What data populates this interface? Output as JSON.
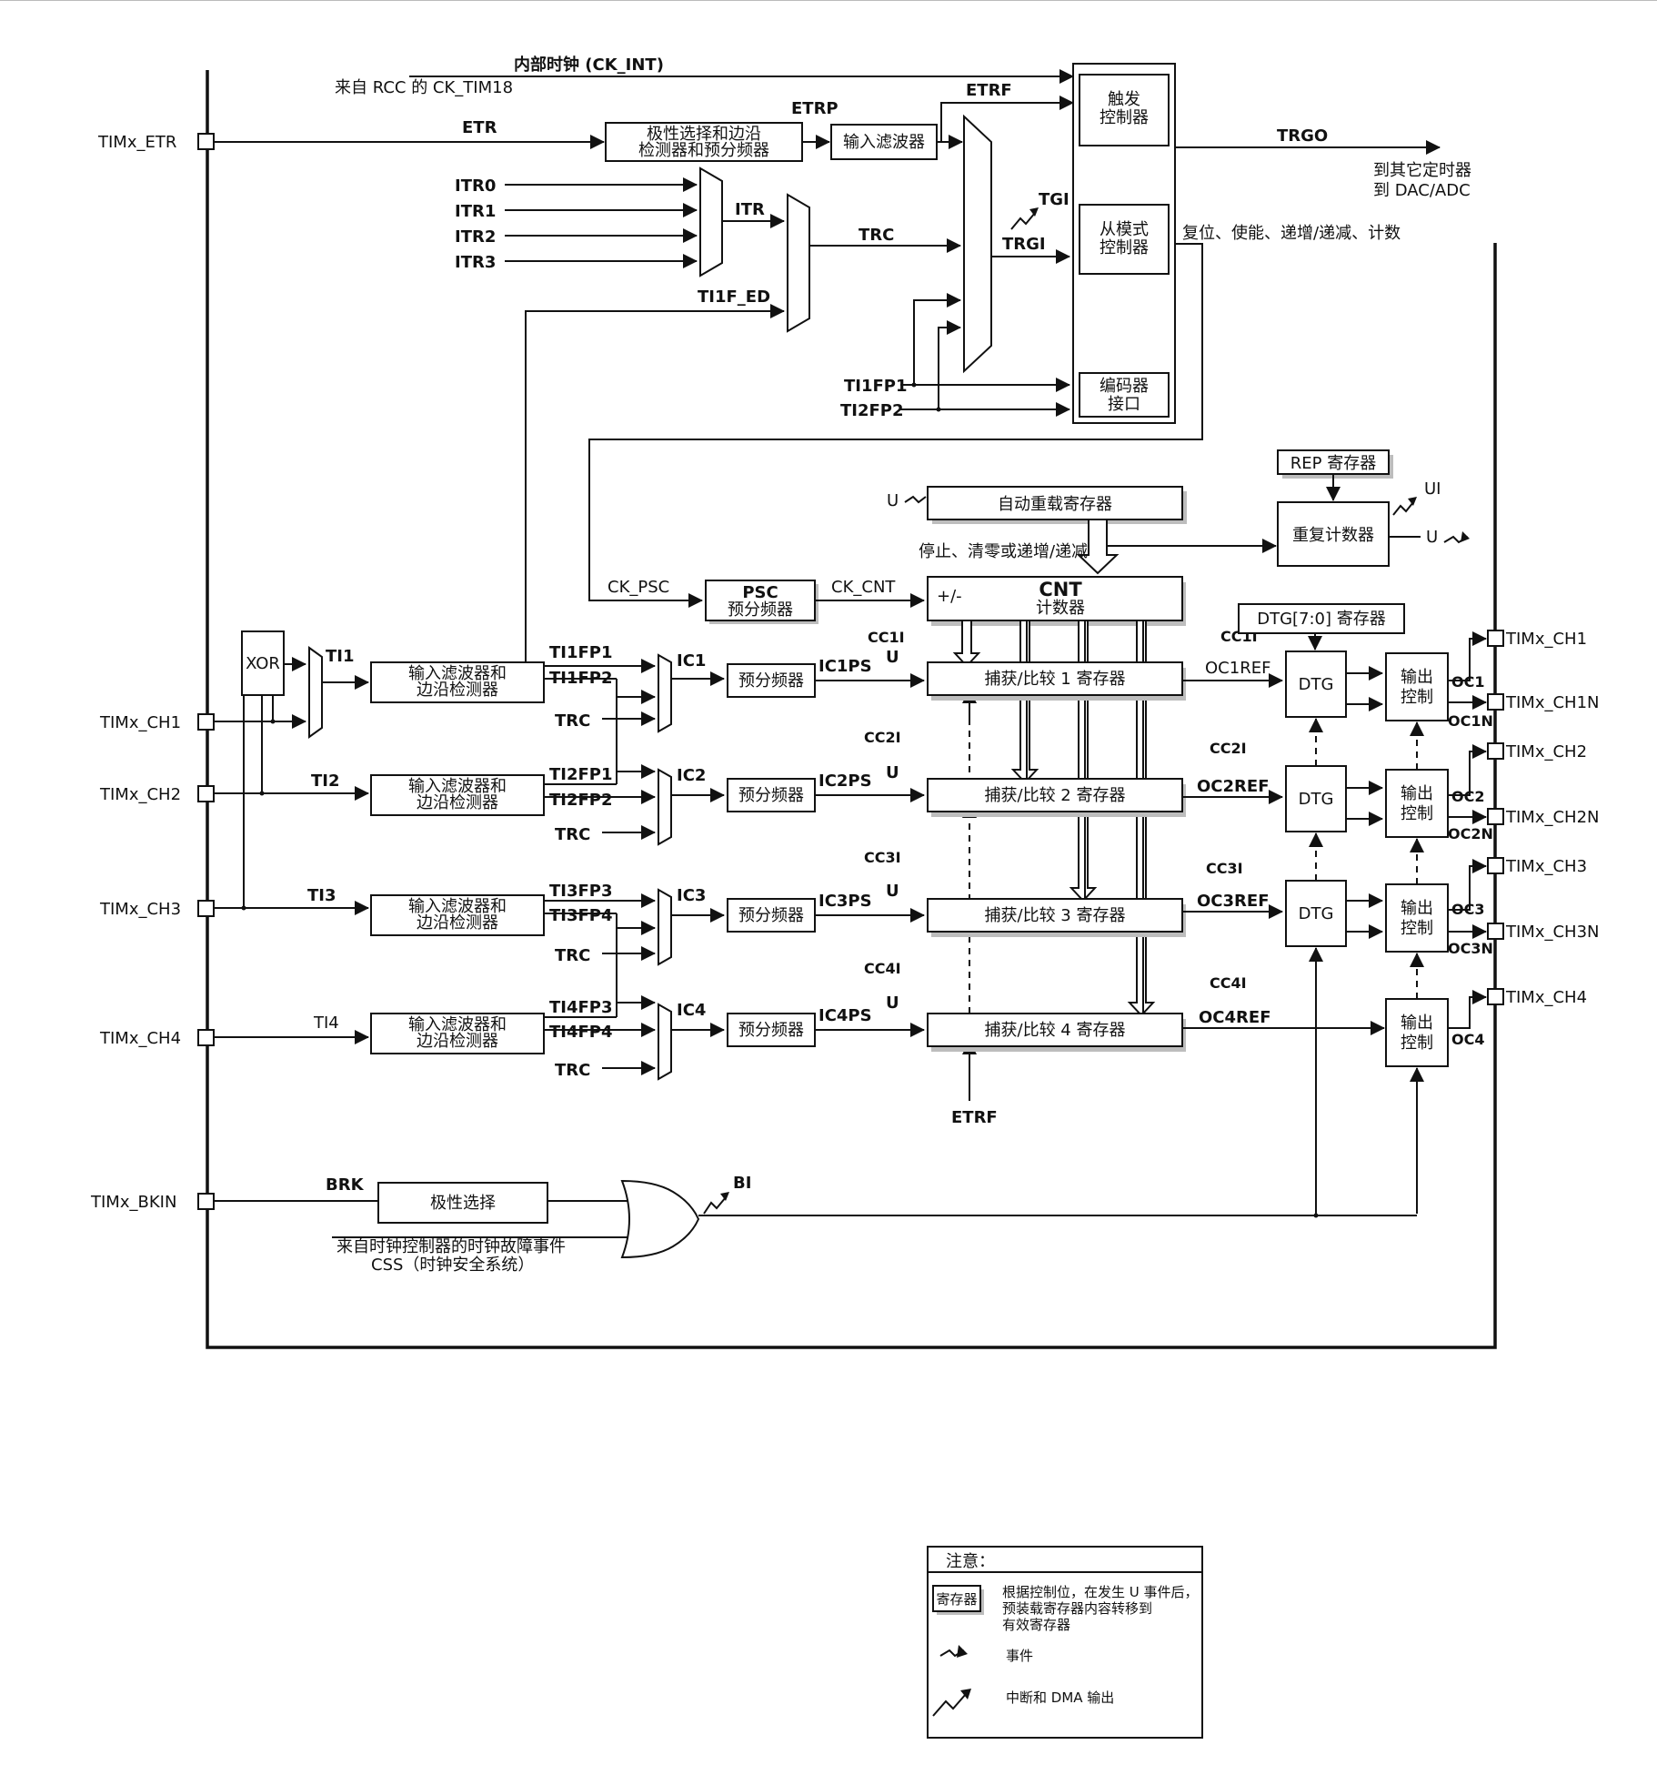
{
  "clock": {
    "internal": "内部时钟 (CK_INT)",
    "rcc": "来自 RCC 的 CK_TIM18"
  },
  "pins": {
    "etr": "TIMx_ETR",
    "ch1": "TIMx_CH1",
    "ch2": "TIMx_CH2",
    "ch3": "TIMx_CH3",
    "ch4": "TIMx_CH4",
    "bkin": "TIMx_BKIN",
    "out_ch1": "TIMx_CH1",
    "out_ch1n": "TIMx_CH1N",
    "out_ch2": "TIMx_CH2",
    "out_ch2n": "TIMx_CH2N",
    "out_ch3": "TIMx_CH3",
    "out_ch3n": "TIMx_CH3N",
    "out_ch4": "TIMx_CH4"
  },
  "signals": {
    "etr": "ETR",
    "etrp": "ETRP",
    "etrf": "ETRF",
    "etrf_bottom": "ETRF",
    "itr0": "ITR0",
    "itr1": "ITR1",
    "itr2": "ITR2",
    "itr3": "ITR3",
    "itr": "ITR",
    "trc": "TRC",
    "ti1f_ed": "TI1F_ED",
    "tgi": "TGI",
    "trgi": "TRGI",
    "trgo": "TRGO",
    "ti1fp1": "TI1FP1",
    "ti2fp2": "TI2FP2",
    "ck_psc": "CK_PSC",
    "ck_cnt": "CK_CNT",
    "ui": "UI",
    "u": "U",
    "brk": "BRK",
    "bi": "BI",
    "ti1": "TI1",
    "ti2": "TI2",
    "ti3": "TI3",
    "ti4": "TI4"
  },
  "blocks": {
    "polarity_edge": [
      "极性选择和边沿",
      "检测器和预分频器"
    ],
    "input_filter": "输入滤波器",
    "trigger_ctrl": [
      "触发",
      "控制器"
    ],
    "slave_ctrl": [
      "从模式",
      "控制器"
    ],
    "encoder": [
      "编码器",
      "接口"
    ],
    "xor": "XOR",
    "rep": "REP 寄存器",
    "repeat_counter": "重复计数器",
    "autoreload": "自动重载寄存器",
    "psc": "PSC",
    "psc_sub": "预分频器",
    "cnt": "CNT",
    "cnt_sub": "计数器",
    "cnt_pm": "+/-",
    "dtg_reg": "DTG[7:0] 寄存器",
    "dtg": "DTG",
    "output_ctrl": [
      "输出",
      "控制"
    ],
    "filter_edge": [
      "输入滤波器和",
      "边沿检测器"
    ],
    "prescaler": "预分频器",
    "polarity": "极性选择"
  },
  "notes": {
    "to_timers": [
      "到其它定时器",
      "到 DAC/ADC"
    ],
    "reset_enable": "复位、使能、递增/递减、计数",
    "stop_clear": "停止、清零或递增/递减",
    "css": [
      "来自时钟控制器的时钟故障事件",
      "CSS（时钟安全系统）"
    ]
  },
  "channels": [
    {
      "fpa": "TI1FP1",
      "fpb": "TI1FP2",
      "trc": "TRC",
      "ic": "IC1",
      "icps": "IC1PS",
      "cc": "CC1I",
      "u": "U",
      "reg": "捕获/比较 1 寄存器",
      "ccr": "CC1I",
      "ocref": "OC1REF",
      "oc": "OC1",
      "ocn": "OC1N"
    },
    {
      "fpa": "TI2FP1",
      "fpb": "TI2FP2",
      "trc": "TRC",
      "ic": "IC2",
      "icps": "IC2PS",
      "cc": "CC2I",
      "u": "U",
      "reg": "捕获/比较 2 寄存器",
      "ccr": "CC2I",
      "ocref": "OC2REF",
      "oc": "OC2",
      "ocn": "OC2N"
    },
    {
      "fpa": "TI3FP3",
      "fpb": "TI3FP4",
      "trc": "TRC",
      "ic": "IC3",
      "icps": "IC3PS",
      "cc": "CC3I",
      "u": "U",
      "reg": "捕获/比较 3 寄存器",
      "ccr": "CC3I",
      "ocref": "OC3REF",
      "oc": "OC3",
      "ocn": "OC3N"
    },
    {
      "fpa": "TI4FP3",
      "fpb": "TI4FP4",
      "trc": "TRC",
      "ic": "IC4",
      "icps": "IC4PS",
      "cc": "CC4I",
      "u": "U",
      "reg": "捕获/比较 4 寄存器",
      "ccr": "CC4I",
      "ocref": "OC4REF",
      "oc": "OC4",
      "ocn": ""
    }
  ],
  "legend": {
    "title": "注意：",
    "reg": "寄存器",
    "reg_desc": [
      "根据控制位，在发生 U 事件后，",
      "预装载寄存器内容转移到",
      "有效寄存器"
    ],
    "event": "事件",
    "irq": "中断和 DMA 输出"
  }
}
